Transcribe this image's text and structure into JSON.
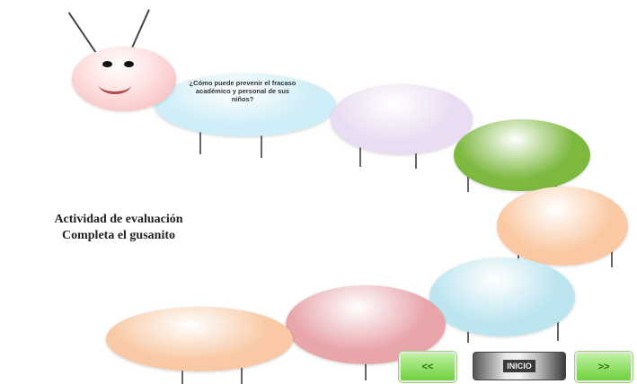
{
  "activity": {
    "title_line1": "Actividad de evaluación",
    "title_line2": "Completa el gusanito"
  },
  "caterpillar": {
    "question": "¿Cómo puede prevenir el fracaso académico y personal de sus niños?",
    "segment_colors": [
      "#cfeef7",
      "#eadcf2",
      "#7db83f",
      "#fac9a3",
      "#bde5f0",
      "#e8a5aa",
      "#f8c9a4"
    ]
  },
  "nav": {
    "prev_label": "<<",
    "home_label": "INICIO",
    "next_label": ">>"
  },
  "icons": {
    "prev": "double-chevron-left-icon",
    "next": "double-chevron-right-icon"
  }
}
